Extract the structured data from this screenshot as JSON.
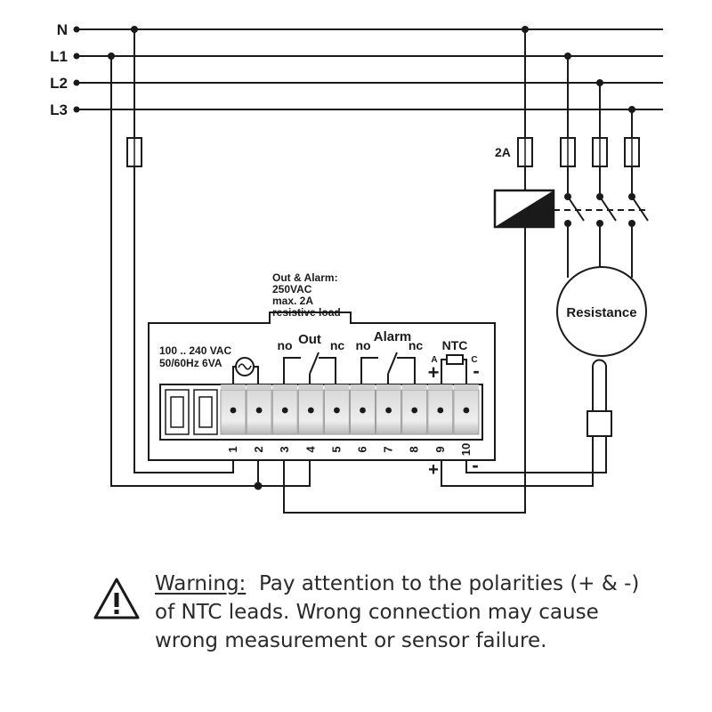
{
  "lines": [
    "N",
    "L1",
    "L2",
    "L3"
  ],
  "fuse_label": "2A",
  "load_label": "Resistance",
  "relay_spec": [
    "Out & Alarm:",
    "250VAC",
    "max. 2A",
    "resistive load"
  ],
  "supply_spec": [
    "100 .. 240 VAC",
    "50/60Hz 6VA"
  ],
  "out_label": "Out",
  "alarm_label": "Alarm",
  "no_label": "no",
  "nc_label": "nc",
  "ntc_label": "NTC",
  "ntc_a": "A",
  "ntc_c": "C",
  "plus": "+",
  "minus": "-",
  "terminals": [
    "1",
    "2",
    "3",
    "4",
    "5",
    "6",
    "7",
    "8",
    "9",
    "10"
  ],
  "warning": {
    "title": "Warning:",
    "message": "Pay attention to the polarities (+ & -) of NTC leads. Wrong connection may cause wrong measurement or sensor failure."
  }
}
